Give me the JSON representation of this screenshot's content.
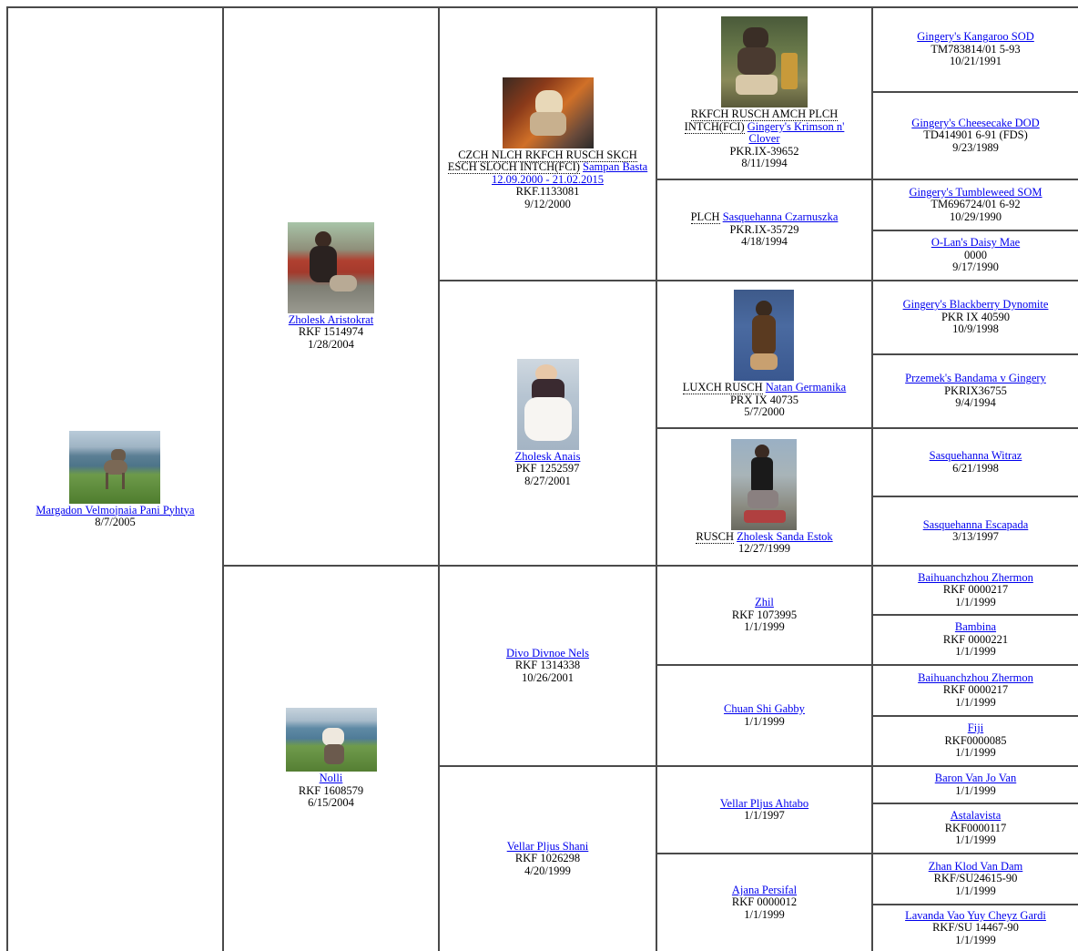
{
  "pedigree": {
    "gen1": {
      "name": "Margadon Velmojnaia Pani Pyhtya",
      "reg": "",
      "dob": "8/7/2005",
      "image": "dog-photo-subject",
      "title": ""
    },
    "gen2": [
      {
        "name": "Zholesk Aristokrat",
        "reg": "RKF 1514974",
        "dob": "1/28/2004",
        "title": ""
      },
      {
        "name": "Nolli",
        "reg": "RKF 1608579",
        "dob": "6/15/2004",
        "title": ""
      }
    ],
    "gen3": [
      {
        "title": "CZCH NLCH RKFCH RUSCH SKCH ESCH SLOCH INTCH(FCI)",
        "name": "Sampan Basta 12.09.2000 - 21.02.2015",
        "reg": "RKF.1133081",
        "dob": "9/12/2000"
      },
      {
        "title": "",
        "name": "Zholesk Anais",
        "reg": "PKF 1252597",
        "dob": "8/27/2001"
      },
      {
        "title": "",
        "name": "Divo Divnoe Nels",
        "reg": "RKF 1314338",
        "dob": "10/26/2001"
      },
      {
        "title": "",
        "name": "Vellar Pljus Shani",
        "reg": "RKF 1026298",
        "dob": "4/20/1999"
      }
    ],
    "gen4": [
      {
        "title": "RKFCH RUSCH AMCH PLCH INTCH(FCI)",
        "name": "Gingery's Krimson n' Clover",
        "reg": "PKR.IX-39652",
        "dob": "8/11/1994"
      },
      {
        "title": "PLCH",
        "name": "Sasquehanna Czarnuszka",
        "reg": "PKR.IX-35729",
        "dob": "4/18/1994"
      },
      {
        "title": "LUXCH RUSCH",
        "name": "Natan Germanika",
        "reg": "PRX IX 40735",
        "dob": "5/7/2000"
      },
      {
        "title": "RUSCH",
        "name": "Zholesk Sanda Estok",
        "reg": "",
        "dob": "12/27/1999"
      },
      {
        "title": "",
        "name": "Zhil",
        "reg": "RKF 1073995",
        "dob": "1/1/1999"
      },
      {
        "title": "",
        "name": "Chuan Shi Gabby",
        "reg": "",
        "dob": "1/1/1999"
      },
      {
        "title": "",
        "name": "Vellar Pljus Ahtabo",
        "reg": "",
        "dob": "1/1/1997"
      },
      {
        "title": "",
        "name": "Ajana Persifal",
        "reg": "RKF 0000012",
        "dob": "1/1/1999"
      }
    ],
    "gen5": [
      {
        "name": "Gingery's Kangaroo SOD",
        "reg": "TM783814/01 5-93",
        "dob": "10/21/1991"
      },
      {
        "name": "Gingery's Cheesecake DOD",
        "reg": "TD414901 6-91 (FDS)",
        "dob": "9/23/1989"
      },
      {
        "name": "Gingery's Tumbleweed SOM",
        "reg": "TM696724/01 6-92",
        "dob": "10/29/1990"
      },
      {
        "name": "O-Lan's Daisy Mae",
        "reg": "0000",
        "dob": "9/17/1990"
      },
      {
        "name": "Gingery's Blackberry Dynomite",
        "reg": "PKR IX 40590",
        "dob": "10/9/1998"
      },
      {
        "name": "Przemek's Bandama v Gingery",
        "reg": "PKRIX36755",
        "dob": "9/4/1994"
      },
      {
        "name": "Sasquehanna Witraz",
        "reg": "",
        "dob": "6/21/1998"
      },
      {
        "name": "Sasquehanna Escapada",
        "reg": "",
        "dob": "3/13/1997"
      },
      {
        "name": "Baihuanchzhou Zhermon",
        "reg": "RKF 0000217",
        "dob": "1/1/1999"
      },
      {
        "name": "Bambina",
        "reg": "RKF 0000221",
        "dob": "1/1/1999"
      },
      {
        "name": "Baihuanchzhou Zhermon",
        "reg": "RKF 0000217",
        "dob": "1/1/1999"
      },
      {
        "name": "Fiji",
        "reg": "RKF0000085",
        "dob": "1/1/1999"
      },
      {
        "name": "Baron Van Jo Van",
        "reg": "",
        "dob": "1/1/1999"
      },
      {
        "name": "Astalavista",
        "reg": "RKF0000117",
        "dob": "1/1/1999"
      },
      {
        "name": "Zhan Klod Van Dam",
        "reg": "RKF/SU24615-90",
        "dob": "1/1/1999"
      },
      {
        "name": "Lavanda Vao Yuy Cheyz Gardi",
        "reg": "RKF/SU 14467-90",
        "dob": "1/1/1999"
      }
    ]
  },
  "colors": {
    "link": "#0000ee",
    "border": "#4a4a4a"
  },
  "icons": [
    "dog-photo"
  ]
}
